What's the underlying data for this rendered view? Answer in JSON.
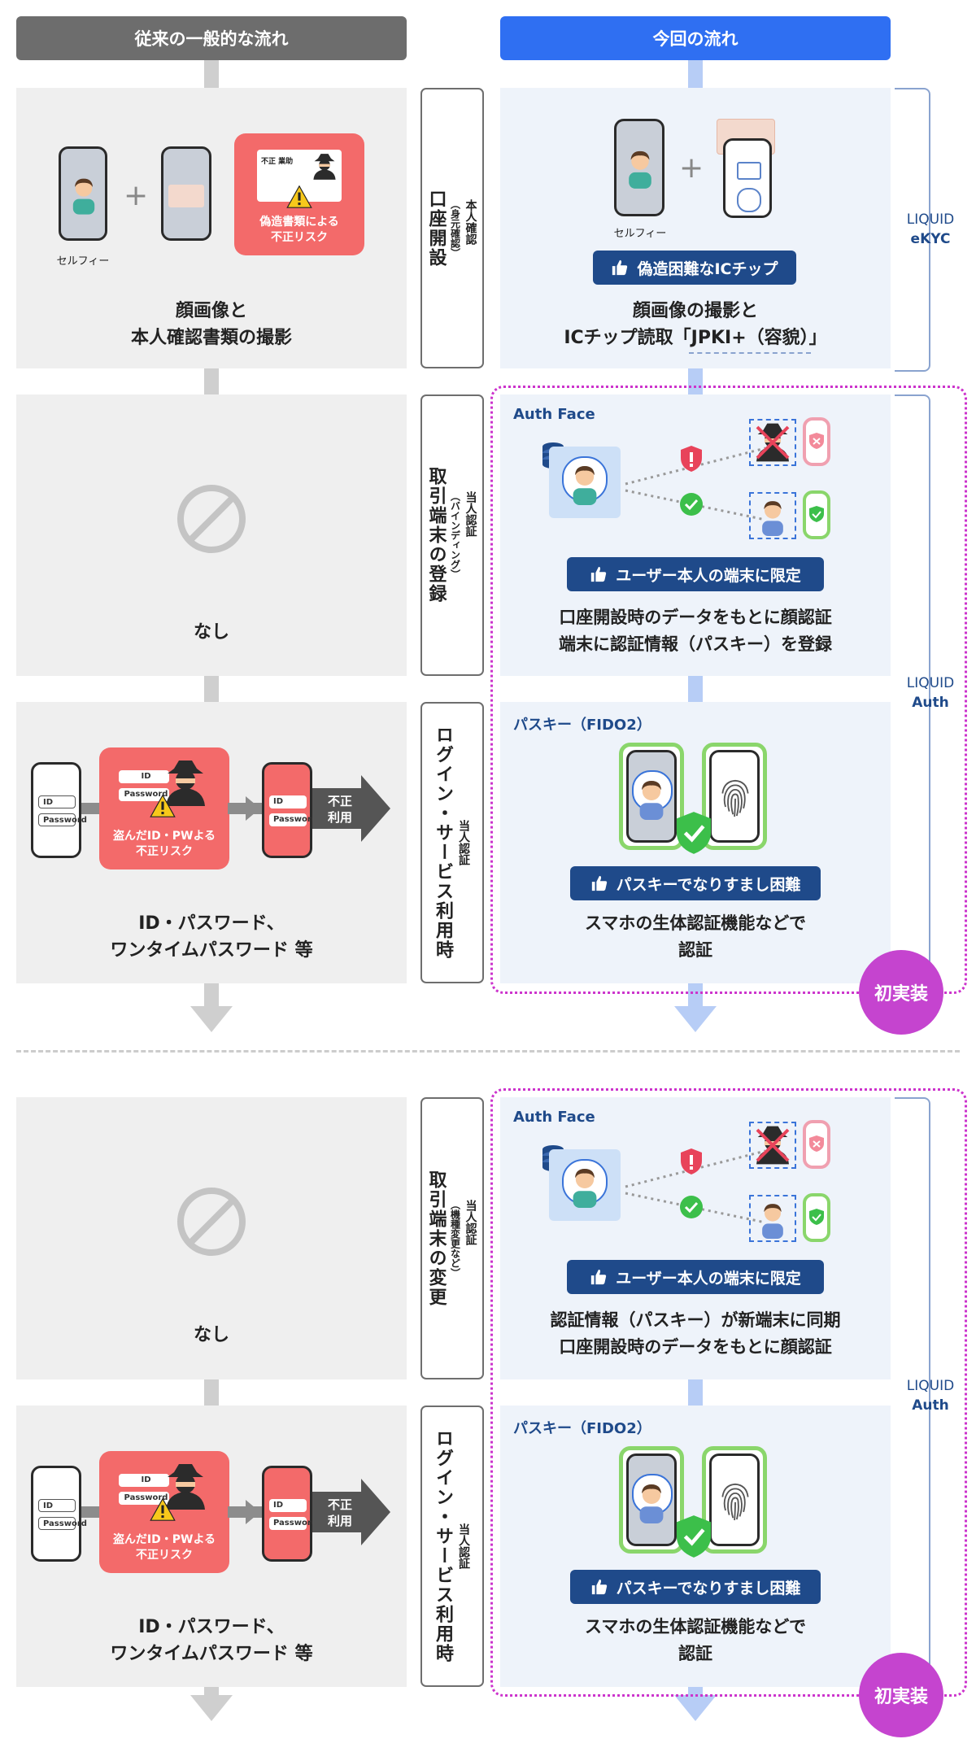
{
  "headers": {
    "left": "従来の一般的な流れ",
    "right": "今回の流れ"
  },
  "side_labels": {
    "ekyc": {
      "top": "LIQUID",
      "bottom": "eKYC"
    },
    "auth1": {
      "top": "LIQUID",
      "bottom": "Auth"
    },
    "auth2": {
      "top": "LIQUID",
      "bottom": "Auth"
    }
  },
  "rows": {
    "account": {
      "label_main": "口座開設",
      "label_sub": "本人確認",
      "label_small": "（身元確認）",
      "left": {
        "selfie": "セルフィー",
        "risk": [
          "偽造書類による",
          "不正リスク"
        ],
        "card_text": "不正 業助",
        "caption": [
          "顔画像と",
          "本人確認書類の撮影"
        ]
      },
      "right": {
        "selfie": "セルフィー",
        "pill": "偽造困難なICチップ",
        "caption": [
          "顔画像の撮影と",
          "ICチップ読取「JPKI+（容貌）」"
        ]
      }
    },
    "bind": {
      "label_main": "取引端末の登録",
      "label_sub": "当人認証",
      "label_small": "（バインディング）",
      "left": {
        "caption": "なし"
      },
      "right": {
        "tag": "Auth Face",
        "pill": "ユーザー本人の端末に限定",
        "caption": [
          "口座開設時のデータをもとに顔認証",
          "端末に認証情報（パスキー）を登録"
        ]
      }
    },
    "login1": {
      "label_main": "ログイン・サービス利用時",
      "label_sub": "当人認証",
      "left": {
        "id": "ID",
        "pw": "Password",
        "risk": [
          "盗んだID・PWよる",
          "不正リスク"
        ],
        "fusei": [
          "不正",
          "利用"
        ],
        "caption": [
          "ID・パスワード、",
          "ワンタイムパスワード 等"
        ]
      },
      "right": {
        "tag": "パスキー（FIDO2）",
        "pill": "パスキーでなりすまし困難",
        "caption": [
          "スマホの生体認証機能などで",
          "認証"
        ],
        "badge": "初実装"
      }
    },
    "change": {
      "label_main": "取引端末の変更",
      "label_sub": "当人認証",
      "label_small": "（機種変更など）",
      "left": {
        "caption": "なし"
      },
      "right": {
        "tag": "Auth Face",
        "pill": "ユーザー本人の端末に限定",
        "caption": [
          "認証情報（パスキー）が新端末に同期",
          "口座開設時のデータをもとに顔認証"
        ]
      }
    },
    "login2": {
      "label_main": "ログイン・サービス利用時",
      "label_sub": "当人認証",
      "left": {
        "id": "ID",
        "pw": "Password",
        "risk": [
          "盗んだID・PWよる",
          "不正リスク"
        ],
        "fusei": [
          "不正",
          "利用"
        ],
        "caption": [
          "ID・パスワード、",
          "ワンタイムパスワード 等"
        ]
      },
      "right": {
        "tag": "パスキー（FIDO2）",
        "pill": "パスキーでなりすまし困難",
        "caption": [
          "スマホの生体認証機能などで",
          "認証"
        ],
        "badge": "初実装"
      }
    }
  },
  "colors": {
    "header_left": "#6d6d6d",
    "header_right": "#2f6ff2",
    "pill": "#1f4a8a",
    "risk": "#f36a6a",
    "badge": "#c544cf",
    "dotted": "#cc33cc",
    "check": "#3cbf4a"
  }
}
